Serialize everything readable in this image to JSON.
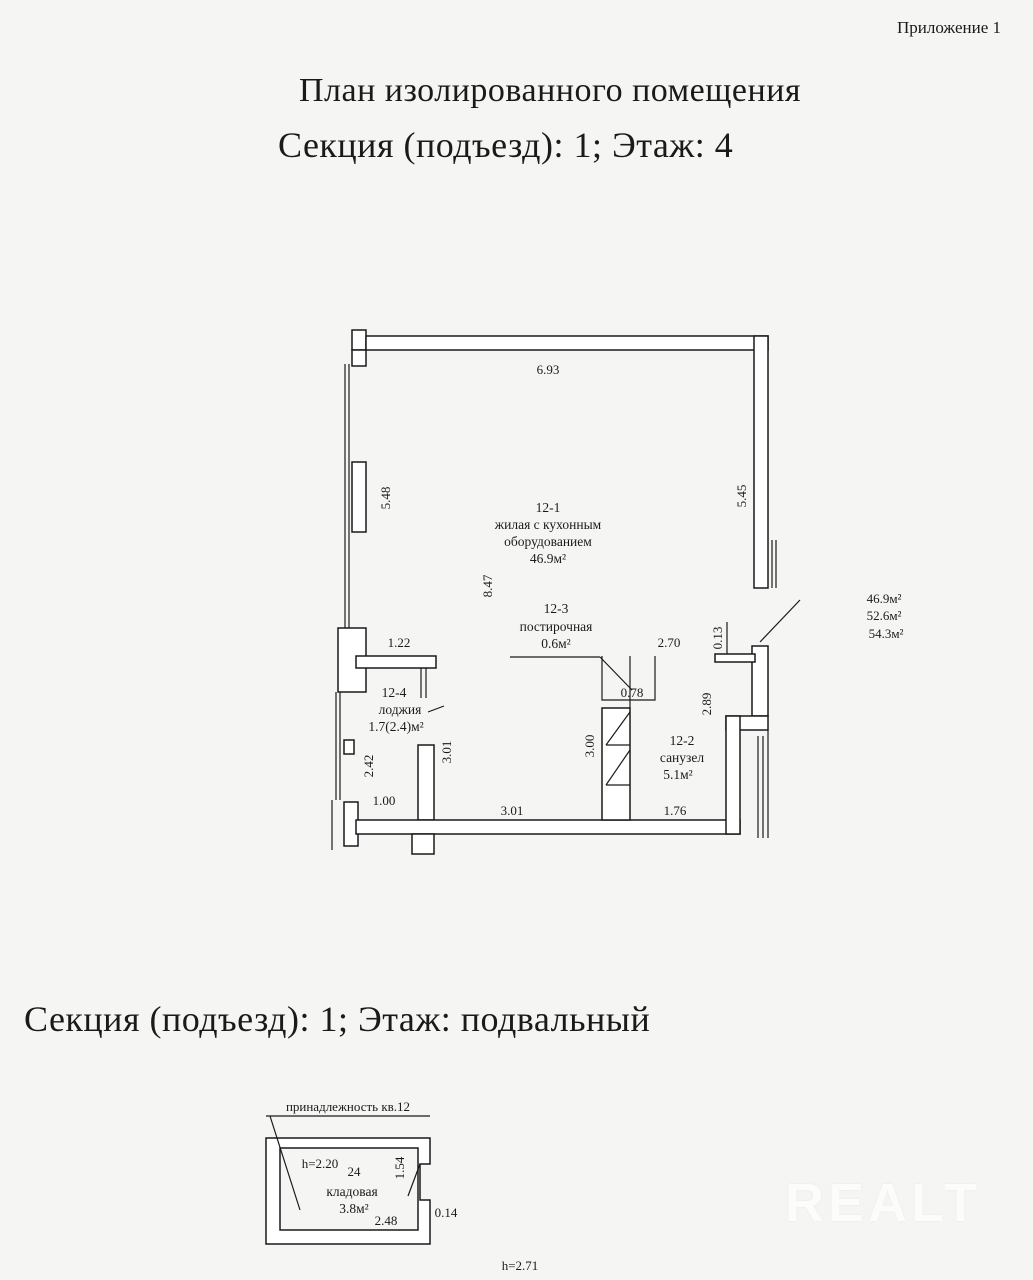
{
  "header": {
    "appendix": "Приложение 1",
    "title": "План изолированного помещения",
    "section_floor4": "Секция (подъезд): 1;  Этаж: 4",
    "section_basement": "Секция (подъезд): 1;  Этаж: подвальный"
  },
  "plan_floor4": {
    "dimensions": {
      "top_width": "6.93",
      "left_upper_height": "5.48",
      "right_height": "5.45",
      "inner_height": "8.47",
      "loggia_top": "1.22",
      "recess_width": "2.70",
      "recess_depth": "0.13",
      "niche_width": "0.78",
      "bath_height": "2.89",
      "partition_height": "3.00",
      "loggia_right_height": "3.01",
      "loggia_left_height": "2.42",
      "loggia_bottom": "1.00",
      "bottom_middle": "3.01",
      "bottom_right": "1.76"
    },
    "rooms": {
      "r1_id": "12-1",
      "r1_name_line1": "жилая с кухонным",
      "r1_name_line2": "оборудованием",
      "r1_area": "46.9м²",
      "r3_id": "12-3",
      "r3_name": "постирочная",
      "r3_area": "0.6м²",
      "r4_id": "12-4",
      "r4_name": "лоджия",
      "r4_area": "1.7(2.4)м²",
      "r2_id": "12-2",
      "r2_name": "санузел",
      "r2_area": "5.1м²"
    },
    "totals": {
      "living": "46.9м²",
      "total": "52.6м²",
      "total_with_loggia": "54.3м²"
    }
  },
  "plan_basement": {
    "belongs": "принадлежность кв.12",
    "height_inner": "h=2.20",
    "room_number": "24",
    "room_name": "кладовая",
    "room_area": "3.8м²",
    "dim_right": "1.54",
    "dim_bottom": "2.48",
    "dim_wall": "0.14",
    "height_outer": "h=2.71"
  },
  "watermark": "REALT"
}
